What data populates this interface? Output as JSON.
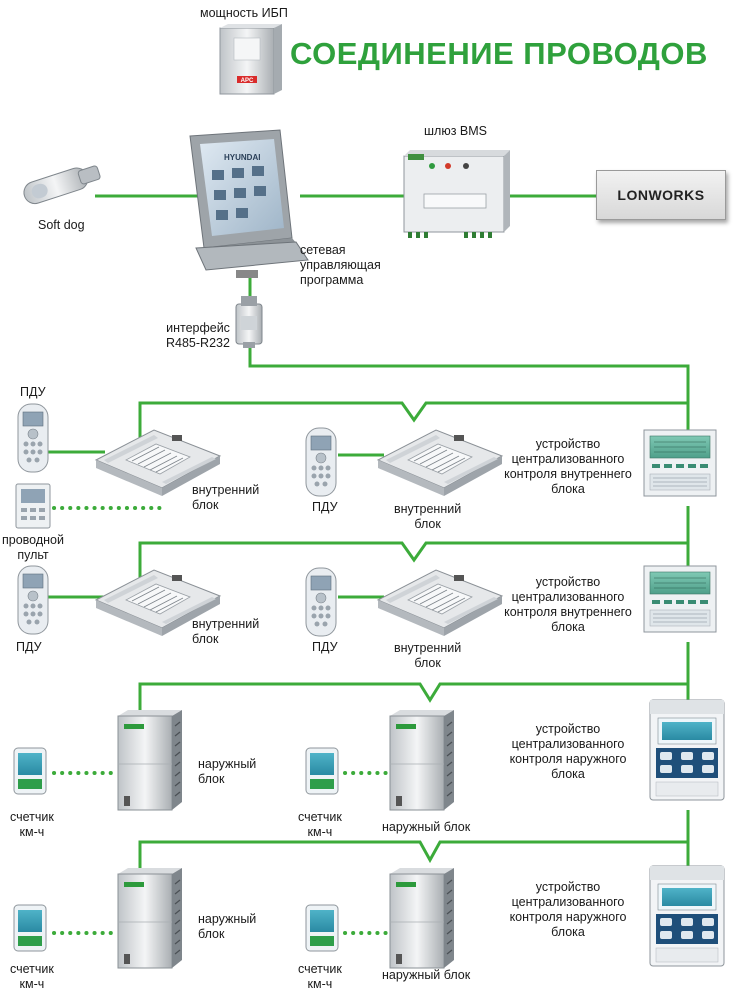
{
  "title": "СОЕДИНЕНИЕ ПРОВОДОВ",
  "colors": {
    "wire": "#3cab3a",
    "title": "#2fa13c"
  },
  "top": {
    "ups_label": "мощность ИБП",
    "ups_brand": "APC",
    "monitor_brand": "HYUNDAI",
    "softdog_label": "Soft dog",
    "pc_label": [
      "сетевая",
      "управляющая",
      "программа"
    ],
    "bms_label": "шлюз BMS",
    "lonworks_label": "LONWORKS",
    "interface_label": [
      "интерфейс",
      "R485-R232"
    ]
  },
  "rows": [
    {
      "left_remote": "ПДУ",
      "left_wired": [
        "проводной",
        "пульт"
      ],
      "left_unit": [
        "внутренний",
        "блок"
      ],
      "mid_remote": "ПДУ",
      "mid_unit": [
        "внутренний",
        "блок"
      ],
      "controller": [
        "устройство",
        "централизованного",
        "контроля внутреннего",
        "блока"
      ]
    },
    {
      "left_remote": "ПДУ",
      "left_unit": [
        "внутренний",
        "блок"
      ],
      "mid_remote": "ПДУ",
      "mid_unit": [
        "внутренний",
        "блок"
      ],
      "controller": [
        "устройство",
        "централизованного",
        "контроля внутреннего",
        "блока"
      ]
    },
    {
      "left_meter": [
        "счетчик",
        "км-ч"
      ],
      "left_unit": [
        "наружный",
        "блок"
      ],
      "mid_meter": [
        "счетчик",
        "км-ч"
      ],
      "mid_unit": "наружный блок",
      "controller": [
        "устройство",
        "централизованного",
        "контроля наружного",
        "блока"
      ]
    },
    {
      "left_meter": [
        "счетчик",
        "км-ч"
      ],
      "left_unit": [
        "наружный",
        "блок"
      ],
      "mid_meter": [
        "счетчик",
        "км-ч"
      ],
      "mid_unit": "наружный блок",
      "controller": [
        "устройство",
        "централизованного",
        "контроля наружного",
        "блока"
      ]
    }
  ],
  "icons": {
    "ups": "ups-icon",
    "monitor": "touchscreen-monitor-icon",
    "softdog": "usb-dongle-icon",
    "bms": "bms-gateway-icon",
    "interface": "serial-converter-icon",
    "cassette": "cassette-indoor-unit-icon",
    "remote": "remote-control-icon",
    "wired_panel": "wired-panel-icon",
    "outdoor": "outdoor-unit-icon",
    "meter": "energy-meter-icon",
    "controller": "central-controller-icon"
  }
}
